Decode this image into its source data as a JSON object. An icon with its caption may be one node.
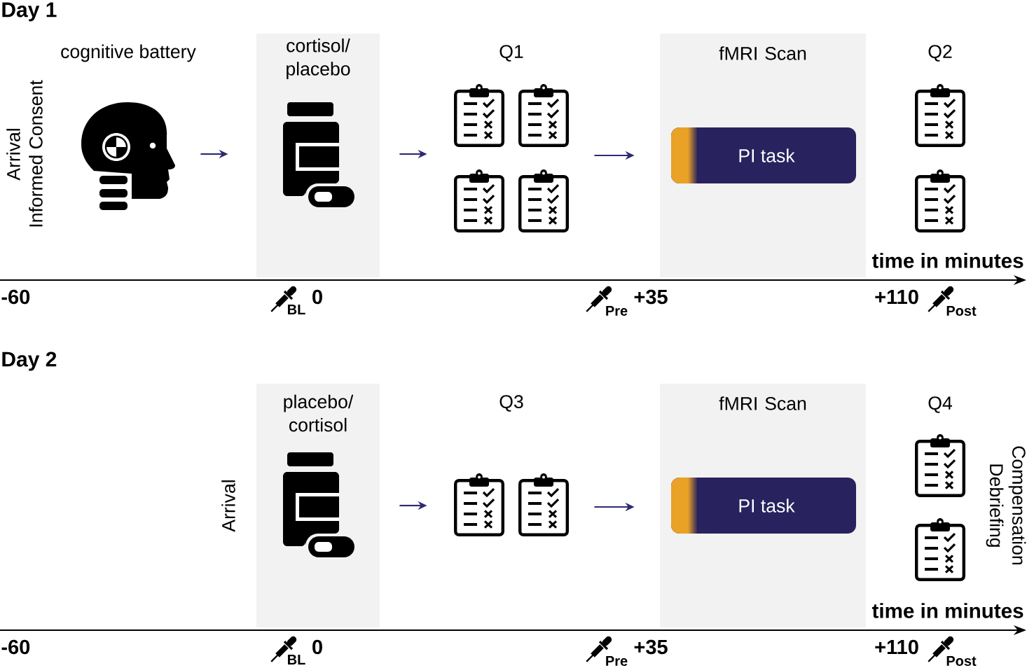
{
  "diagram": {
    "nodes": [
      {
        "text": [
          "cognitive battery"
        ]
      },
      {
        "text": [
          "cortisol/ placebo"
        ]
      },
      {
        "text": [
          "Q1"
        ]
      },
      {
        "text": [
          "fMRI Scan"
        ]
      },
      {
        "text": [
          "PI task"
        ],
        "in": 3
      },
      {
        "text": [
          "Q2"
        ]
      },
      {
        "text": [
          "placebo/ cortisol"
        ]
      },
      {
        "text": [
          "Q3"
        ]
      },
      {
        "text": [
          "fMRI Scan"
        ]
      },
      {
        "text": [
          "PI task"
        ],
        "in": 8
      },
      {
        "text": [
          "Q4"
        ]
      }
    ],
    "edges": [
      {
        "from": 0,
        "to": 1,
        "arrow": "to"
      },
      {
        "from": 1,
        "to": 2,
        "arrow": "to"
      },
      {
        "from": 2,
        "to": 3,
        "arrow": "to"
      },
      {
        "from": 6,
        "to": 7,
        "arrow": "to"
      },
      {
        "from": 7,
        "to": 8,
        "arrow": "to"
      }
    ],
    "labels": [
      "Day 1",
      "Arrival",
      "Informed Consent",
      "time in minutes",
      "-60",
      "BL",
      "0",
      "Pre",
      "+35",
      "+110",
      "Post",
      "Day 2",
      "Arrival",
      "Compensation",
      "Debriefing",
      "time in minutes",
      "-60",
      "BL",
      "0",
      "Pre",
      "+35",
      "+110",
      "Post"
    ]
  }
}
